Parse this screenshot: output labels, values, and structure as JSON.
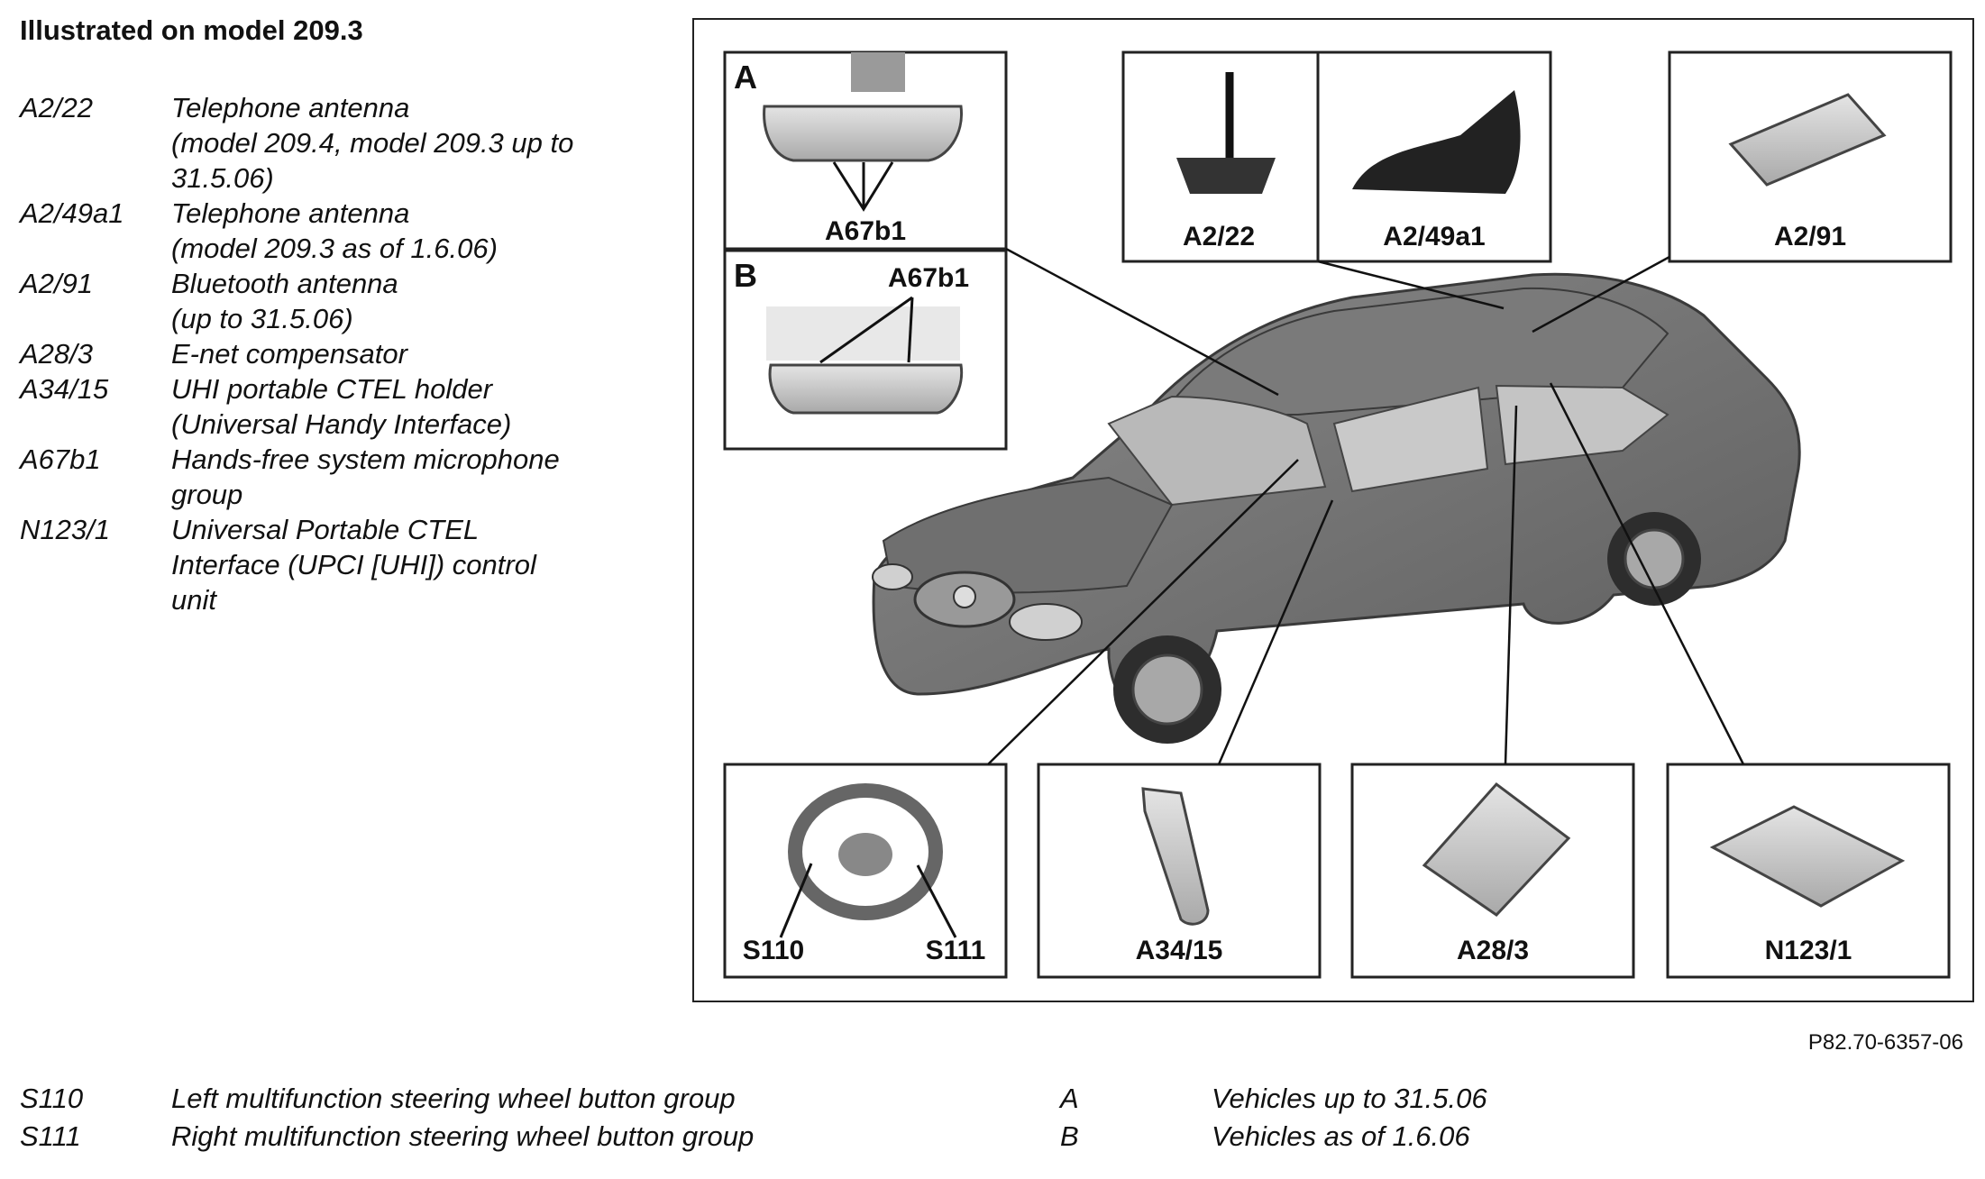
{
  "title": "Illustrated on model 209.3",
  "legend": [
    {
      "code": "A2/22",
      "lines": [
        "Telephone antenna",
        "(model 209.4, model 209.3 up to",
        "31.5.06)"
      ]
    },
    {
      "code": "A2/49a1",
      "lines": [
        "Telephone antenna",
        "(model 209.3 as of 1.6.06)"
      ]
    },
    {
      "code": "A2/91",
      "lines": [
        "Bluetooth antenna",
        "(up to 31.5.06)"
      ]
    },
    {
      "code": "A28/3",
      "lines": [
        "E-net compensator"
      ]
    },
    {
      "code": "A34/15",
      "lines": [
        "UHI portable CTEL holder",
        "(Universal Handy Interface)"
      ]
    },
    {
      "code": "A67b1",
      "lines": [
        "Hands-free system microphone",
        "group"
      ]
    },
    {
      "code": "N123/1",
      "lines": [
        "Universal Portable CTEL",
        "Interface (UPCI [UHI]) control",
        "unit"
      ]
    }
  ],
  "diagram": {
    "inset_a_letter": "A",
    "inset_a_label": "A67b1",
    "inset_b_letter": "B",
    "inset_b_label": "A67b1",
    "a2_22": "A2/22",
    "a2_49a1": "A2/49a1",
    "a2_91": "A2/91",
    "s110": "S110",
    "s111": "S111",
    "a34_15": "A34/15",
    "a28_3": "A28/3",
    "n123_1": "N123/1"
  },
  "reference": "P82.70-6357-06",
  "bottom_left": [
    {
      "code": "S110",
      "text": "Left multifunction steering wheel button group"
    },
    {
      "code": "S111",
      "text": "Right multifunction steering wheel button group"
    }
  ],
  "bottom_right": [
    {
      "code": "A",
      "text": "Vehicles up to 31.5.06"
    },
    {
      "code": "B",
      "text": "Vehicles as of 1.6.06"
    }
  ]
}
